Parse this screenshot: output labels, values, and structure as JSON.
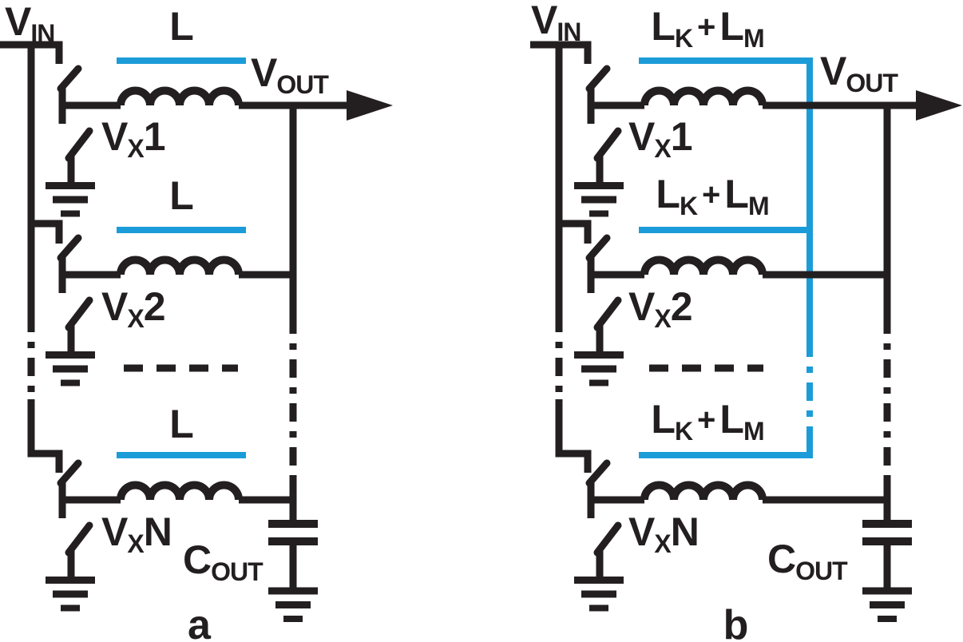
{
  "figure": {
    "background": "#ffffff",
    "colors": {
      "line": "#231f20",
      "accent": "#1b9cd8"
    },
    "circuits": [
      {
        "caption": "a",
        "input_label": {
          "base": "V",
          "sub": "IN"
        },
        "output_label": {
          "base": "V",
          "sub": "OUT"
        },
        "capacitor_label": {
          "base": "C",
          "sub": "OUT"
        },
        "inductor_labels": [
          {
            "parts": [
              {
                "text": "L"
              }
            ]
          },
          {
            "parts": [
              {
                "text": "L"
              }
            ]
          },
          {
            "parts": [
              {
                "text": "L"
              }
            ]
          }
        ],
        "switch_node_labels": [
          {
            "base": "V",
            "sub": "X",
            "suffix": "1"
          },
          {
            "base": "V",
            "sub": "X",
            "suffix": "2"
          },
          {
            "base": "V",
            "sub": "X",
            "suffix": "N"
          }
        ]
      },
      {
        "caption": "b",
        "input_label": {
          "base": "V",
          "sub": "IN"
        },
        "output_label": {
          "base": "V",
          "sub": "OUT"
        },
        "capacitor_label": {
          "base": "C",
          "sub": "OUT"
        },
        "inductor_labels": [
          {
            "parts": [
              {
                "text": "L"
              },
              {
                "text": "K"
              },
              {
                "text": "+"
              },
              {
                "text": "L"
              },
              {
                "text": "M"
              }
            ]
          },
          {
            "parts": [
              {
                "text": "L"
              },
              {
                "text": "K"
              },
              {
                "text": "+"
              },
              {
                "text": "L"
              },
              {
                "text": "M"
              }
            ]
          },
          {
            "parts": [
              {
                "text": "L"
              },
              {
                "text": "K"
              },
              {
                "text": "+"
              },
              {
                "text": "L"
              },
              {
                "text": "M"
              }
            ]
          }
        ],
        "switch_node_labels": [
          {
            "base": "V",
            "sub": "X",
            "suffix": "1"
          },
          {
            "base": "V",
            "sub": "X",
            "suffix": "2"
          },
          {
            "base": "V",
            "sub": "X",
            "suffix": "N"
          }
        ]
      }
    ]
  }
}
